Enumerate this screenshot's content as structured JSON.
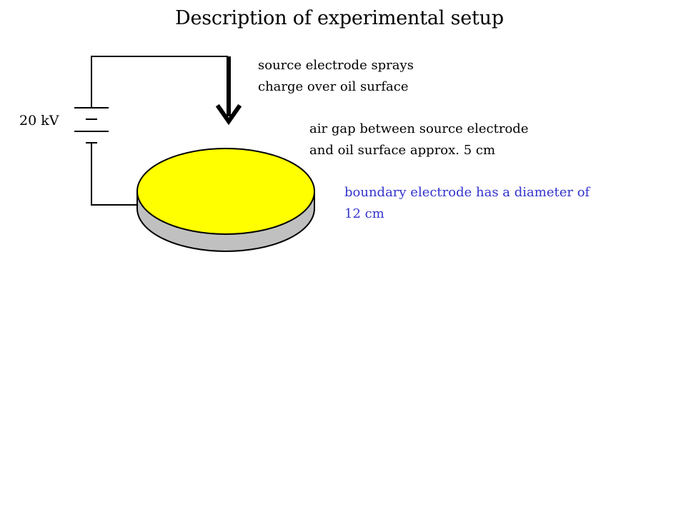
{
  "title": "Description of experimental setup",
  "voltage_label": "20 kV",
  "notes": {
    "source": [
      "source electrode sprays",
      "charge over oil surface"
    ],
    "gap": [
      "air gap between source electrode",
      "and oil surface approx. 5 cm"
    ],
    "boundary": [
      "boundary electrode has a diameter of",
      "12 cm"
    ]
  },
  "colors": {
    "oil_surface": "#ffff00",
    "boundary_rim": "#c0c0c0",
    "boundary_note": "#3333cc",
    "wire": "#000000"
  }
}
